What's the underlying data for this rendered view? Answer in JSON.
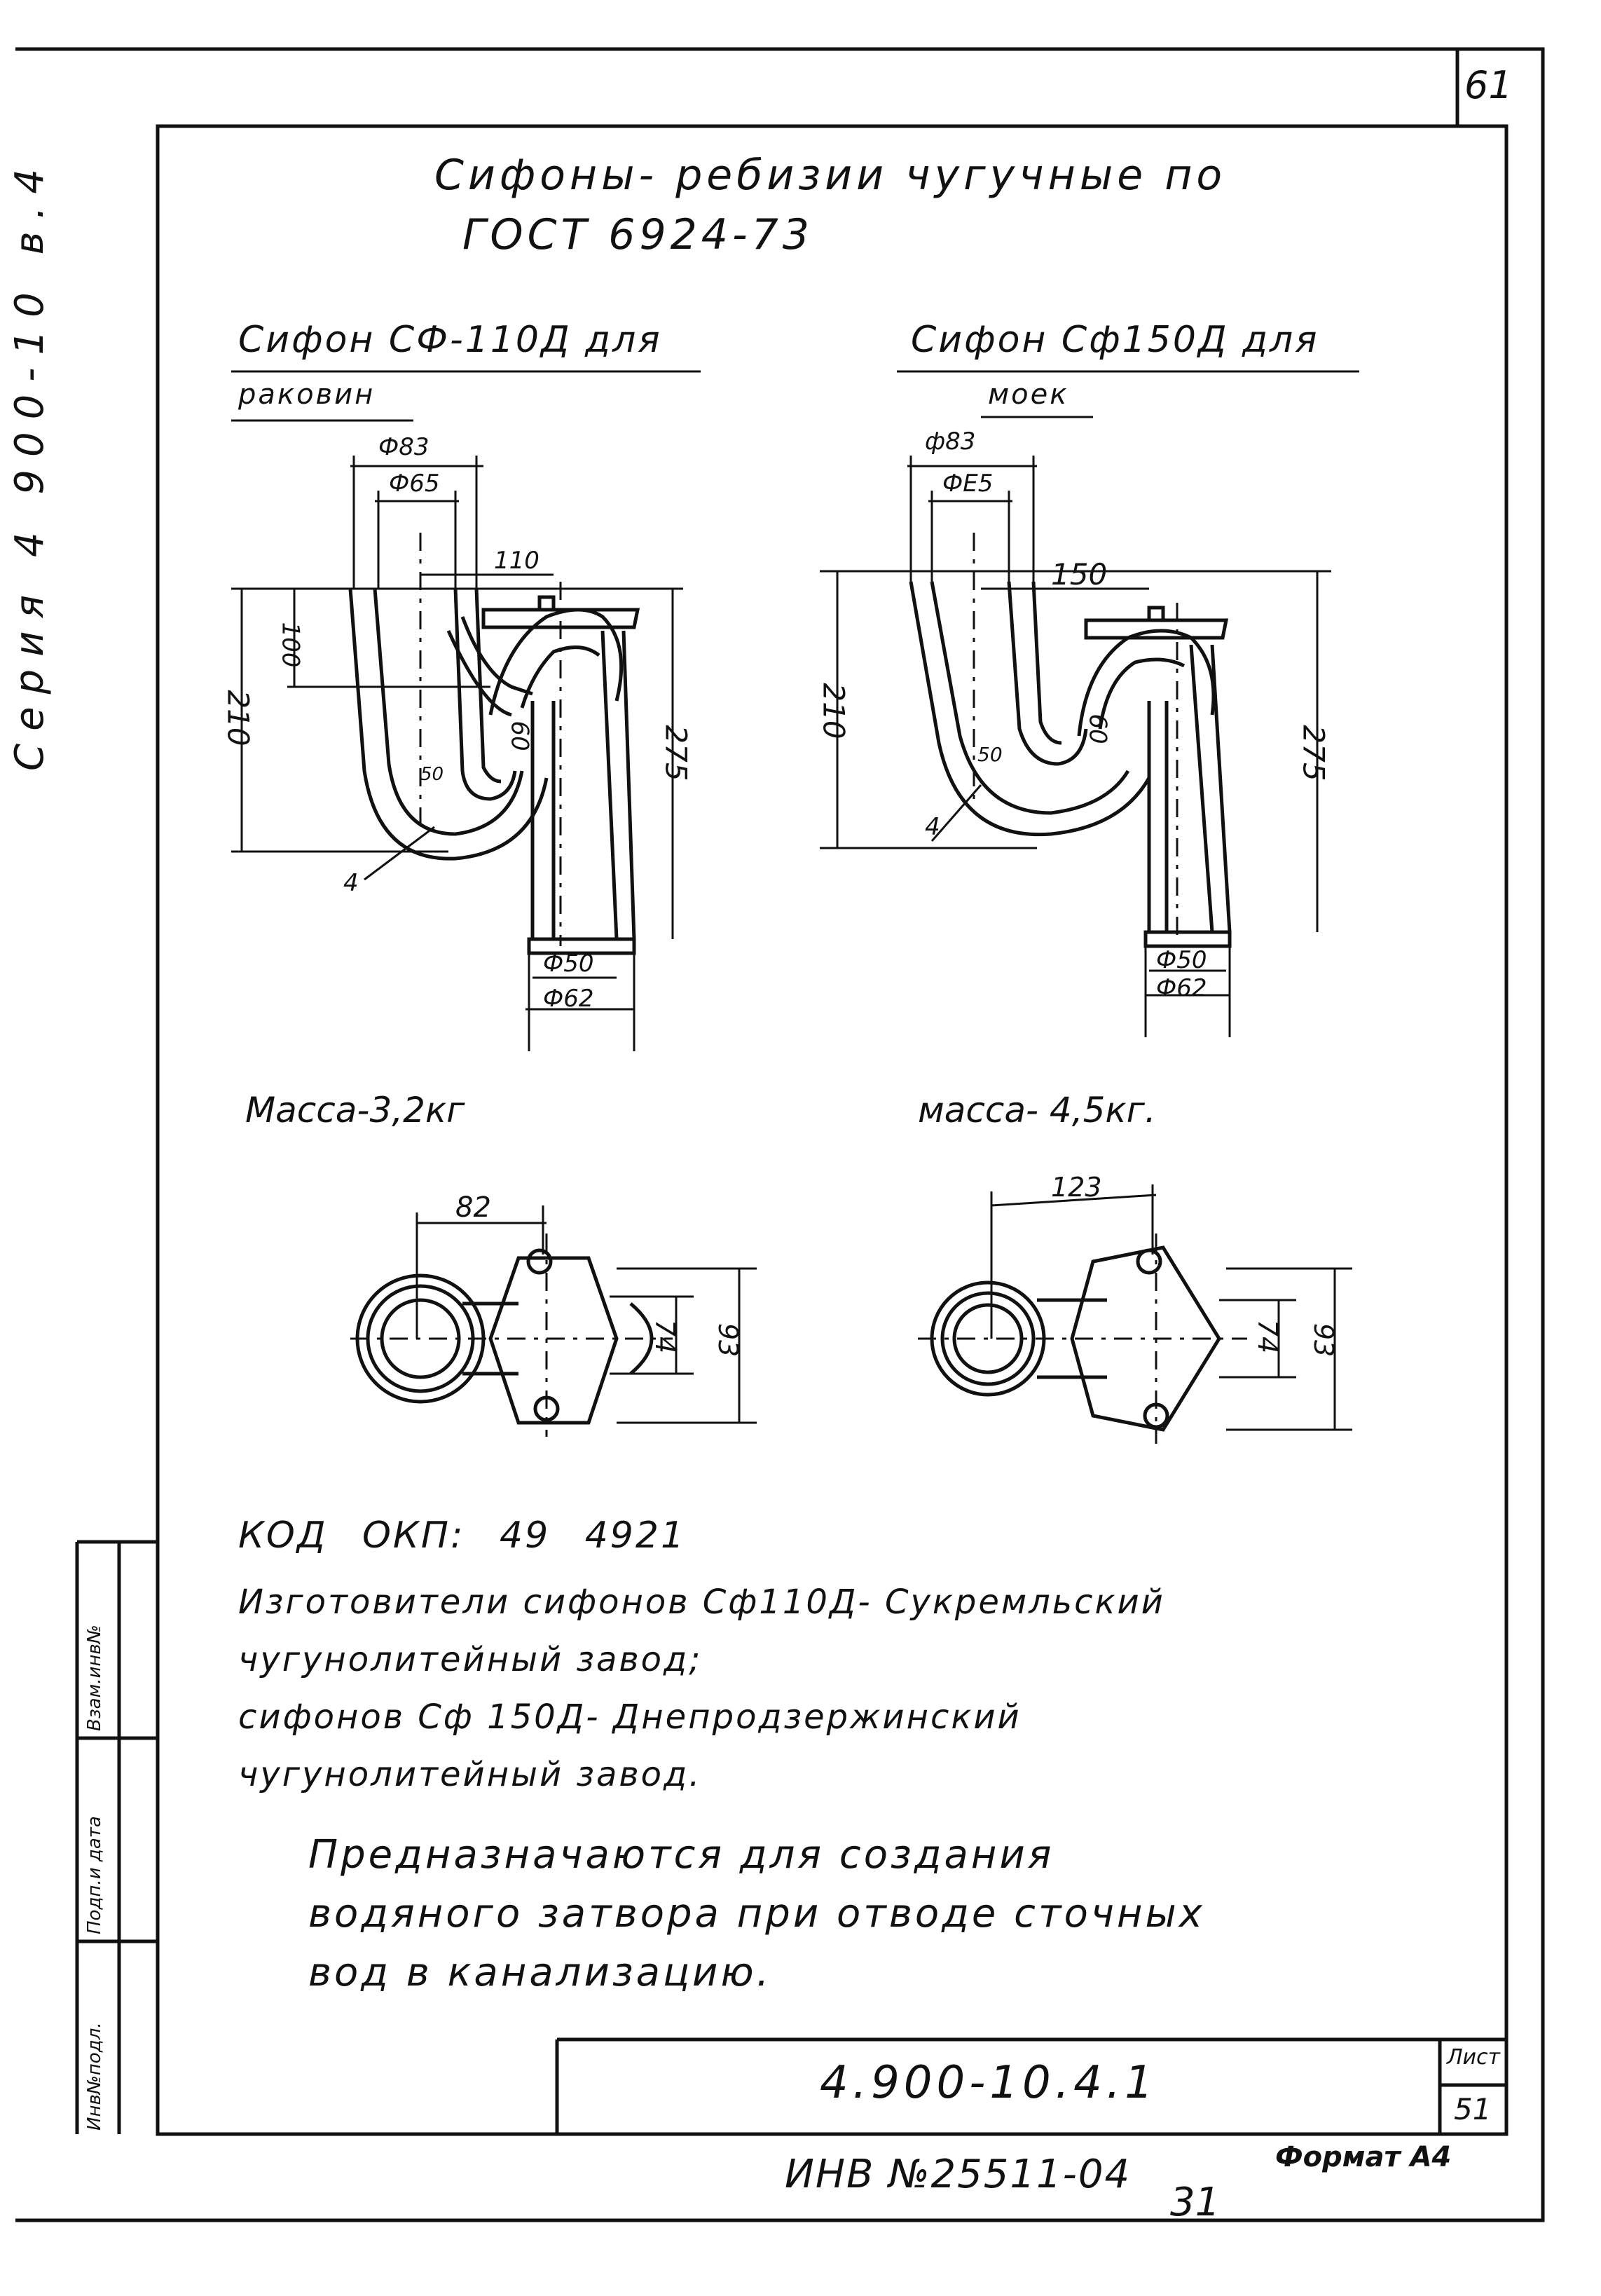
{
  "page_number": "61",
  "title_line1": "Сифоны- ребизии чугучные по",
  "title_line2": "ГОСТ 6924-73",
  "side_series": "Серия 4 900-10 в.4",
  "siphon_left": {
    "caption_line1": "Сифон СФ-110Д для",
    "caption_line2": "раковин",
    "dims": {
      "d83": "Ф83",
      "d65": "Ф65",
      "d110": "110",
      "d100": "100",
      "d210": "210",
      "d275": "275",
      "r60": "60",
      "r50": "50",
      "t4": "4",
      "d50": "Ф50",
      "d62": "Ф62"
    },
    "mass": "Масса-3,2кг",
    "plan": {
      "w82": "82",
      "h74": "74",
      "h93": "93"
    }
  },
  "siphon_right": {
    "caption_line1": "Сифон Сф150Д для",
    "caption_line2": "моек",
    "dims": {
      "d83": "ф83",
      "d65": "ФЕ5",
      "d150": "150",
      "d210": "210",
      "d275": "275",
      "r60": "60",
      "r50": "50",
      "t4": "4",
      "d50": "Ф50",
      "d62": "Ф62"
    },
    "mass": "масса- 4,5кг.",
    "plan": {
      "w123": "123",
      "h74": "74",
      "h93": "93"
    }
  },
  "code_label": "КОД ОКП: 49 4921",
  "manufacturers": [
    "Изготовители сифонов Сф110Д- Сукремльский",
    "чугунолитейный завод;",
    "сифонов Сф 150Д- Днепродзержинский",
    "чугунолитейный завод."
  ],
  "purpose": [
    "Предназначаются для создания",
    "водяного затвора при отводе сточных",
    "вод в канализацию."
  ],
  "stamps": [
    "Инв№подл.",
    "Подп.и дата",
    "Взам.инв№"
  ],
  "doc_number": "4.900-10.4.1",
  "sheet_label": "Лист",
  "sheet_number": "51",
  "inventory": "ИНВ №25511-04",
  "inv_extra": "31",
  "format": "Формат А4"
}
